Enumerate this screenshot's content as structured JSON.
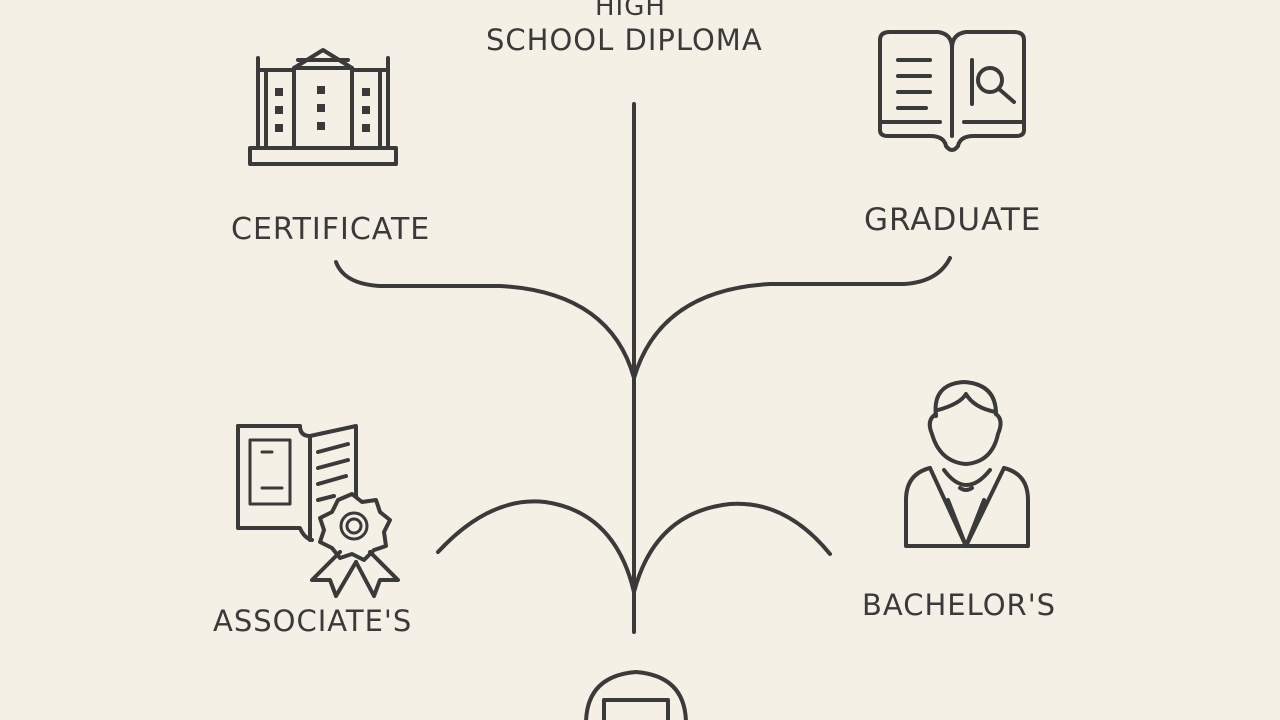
{
  "diagram": {
    "top": {
      "line1": "HIGH",
      "line2": "SCHOOL DIPLOMA"
    },
    "branches": [
      {
        "label": "CERTIFICATE",
        "icon": "building-icon"
      },
      {
        "label": "GRADUATE",
        "icon": "open-book-magnifier-icon"
      },
      {
        "label": "ASSOCIATE'S",
        "icon": "certificate-ribbon-icon"
      },
      {
        "label": "BACHELOR'S",
        "icon": "graduate-person-icon"
      }
    ],
    "bottom": {
      "icon": "student-icon"
    }
  },
  "colors": {
    "background": "#f5f0e6",
    "ink": "#3a3a3a"
  }
}
